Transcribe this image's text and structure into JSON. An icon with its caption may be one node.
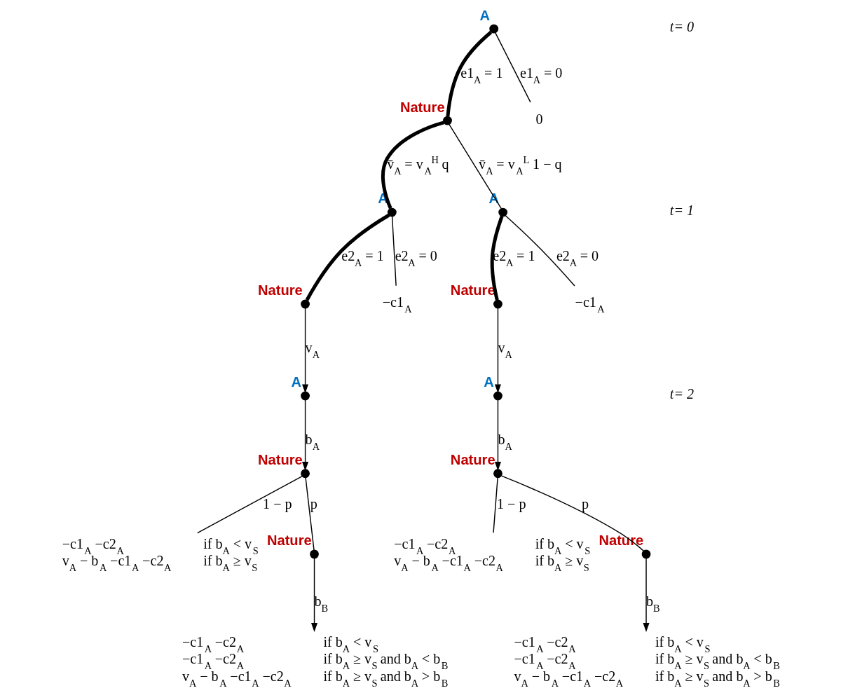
{
  "diagram": {
    "nodes": [
      {
        "text": [
          "A"
        ]
      },
      {
        "text": [
          "0"
        ]
      },
      {
        "text": [
          "Nature"
        ]
      },
      {
        "text": [
          "A"
        ]
      },
      {
        "text": [
          "A"
        ]
      },
      {
        "text": [
          "Nature"
        ]
      },
      {
        "text": [
          "−c1$_{A}$"
        ]
      },
      {
        "text": [
          "Nature"
        ]
      },
      {
        "text": [
          "−c1$_{A}$"
        ]
      },
      {
        "text": [
          "A"
        ]
      },
      {
        "text": [
          "A"
        ]
      },
      {
        "text": [
          "Nature"
        ]
      },
      {
        "text": [
          "Nature"
        ]
      },
      {
        "text": [
          "−c1$_{A}$ −c2$_{A}$",
          "if b$_{A}$ < v$_{S}$",
          "v$_{A}$ − b$_{A}$ −c1$_{A}$ −c2$_{A}$",
          "if b$_{A}$ ≥ v$_{S}$"
        ]
      },
      {
        "text": [
          "Nature"
        ]
      },
      {
        "text": [
          "−c1$_{A}$ −c2$_{A}$",
          "if b$_{A}$ < v$_{S}$",
          "v$_{A}$ − b$_{A}$ −c1$_{A}$ −c2$_{A}$",
          "if b$_{A}$ ≥ v$_{S}$"
        ]
      },
      {
        "text": [
          "Nature"
        ]
      },
      {
        "text": [
          "−c1$_{A}$ −c2$_{A}$",
          "if b$_{A}$ < v$_{S}$",
          "−c1$_{A}$ −c2$_{A}$",
          "if b$_{A}$ ≥ v$_{S}$ and b$_{A}$ < b$_{B}$",
          "v$_{A}$ − b$_{A}$ −c1$_{A}$ −c2$_{A}$",
          "if b$_{A}$ ≥ v$_{S}$ and b$_{A}$ > b$_{B}$"
        ]
      },
      {
        "text": [
          "−c1$_{A}$ −c2$_{A}$",
          "if b$_{A}$ < v$_{S}$",
          "−c1$_{A}$ −c2$_{A}$",
          "if b$_{A}$ ≥ v$_{S}$ and b$_{A}$ < b$_{B}$",
          "v$_{A}$ − b$_{A}$ −c1$_{A}$ −c2$_{A}$",
          "if b$_{A}$ ≥ v$_{S}$ and b$_{A}$ > b$_{B}$"
        ]
      }
    ],
    "edges": [
      {
        "from": 0,
        "to": 2,
        "arrow": "none",
        "label": "e1$_{A}$ = 1",
        "style": "thick"
      },
      {
        "from": 0,
        "to": 1,
        "arrow": "none",
        "label": "e1$_{A}$ = 0"
      },
      {
        "from": 2,
        "to": 3,
        "arrow": "none",
        "label": "v̄$_{A}$ = v$_{A}$$^{H}$ q",
        "style": "thick"
      },
      {
        "from": 2,
        "to": 4,
        "arrow": "none",
        "label": "v̄$_{A}$ = v$_{A}$$^{L}$ 1 − q"
      },
      {
        "from": 3,
        "to": 5,
        "arrow": "none",
        "label": "e2$_{A}$ = 1",
        "style": "thick"
      },
      {
        "from": 3,
        "to": 6,
        "arrow": "none",
        "label": "e2$_{A}$ = 0"
      },
      {
        "from": 4,
        "to": 7,
        "arrow": "none",
        "label": "e2$_{A}$ = 1",
        "style": "thick"
      },
      {
        "from": 4,
        "to": 8,
        "arrow": "none",
        "label": "e2$_{A}$ = 0"
      },
      {
        "from": 5,
        "to": 9,
        "arrow": "to",
        "label": "v$_{A}$"
      },
      {
        "from": 7,
        "to": 10,
        "arrow": "to",
        "label": "v$_{A}$"
      },
      {
        "from": 9,
        "to": 11,
        "arrow": "to",
        "label": "b$_{A}$"
      },
      {
        "from": 10,
        "to": 12,
        "arrow": "to",
        "label": "b$_{A}$"
      },
      {
        "from": 11,
        "to": 13,
        "arrow": "none",
        "label": "1 − p"
      },
      {
        "from": 11,
        "to": 14,
        "arrow": "none",
        "label": "p"
      },
      {
        "from": 12,
        "to": 15,
        "arrow": "none",
        "label": "1 − p"
      },
      {
        "from": 12,
        "to": 16,
        "arrow": "none",
        "label": "p"
      },
      {
        "from": 14,
        "to": 17,
        "arrow": "to",
        "label": "b$_{B}$"
      },
      {
        "from": 16,
        "to": 18,
        "arrow": "to",
        "label": "b$_{B}$"
      }
    ],
    "labels": [
      "t= 0",
      "t= 1",
      "t= 2"
    ]
  }
}
